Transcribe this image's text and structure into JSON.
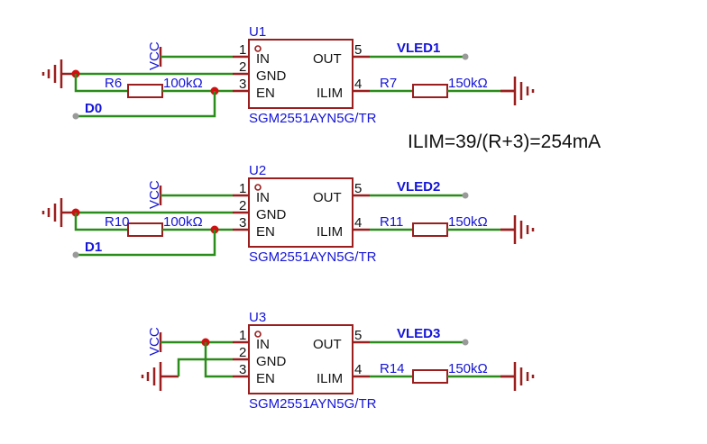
{
  "formula": "ILIM=39/(R+3)=254mA",
  "colors": {
    "wire": "#2a8c1a",
    "symbol": "#9a1e1e",
    "label": "#1414d8",
    "junction": "#d01010",
    "text": "#111111"
  },
  "pin_numbers": {
    "in": "1",
    "gnd": "2",
    "en": "3",
    "ilim": "4",
    "out": "5"
  },
  "pin_names": {
    "in": "IN",
    "gnd": "GND",
    "en": "EN",
    "ilim": "ILIM",
    "out": "OUT"
  },
  "power_label": "VCC",
  "units": [
    {
      "designator": "U1",
      "part": "SGM2551AYN5G/TR",
      "out_net": "VLED1",
      "ilim_res": {
        "designator": "R7",
        "value": "150kΩ"
      },
      "en_res": {
        "designator": "R6",
        "value": "100kΩ"
      },
      "en_net": "D0",
      "variant": "controlled"
    },
    {
      "designator": "U2",
      "part": "SGM2551AYN5G/TR",
      "out_net": "VLED2",
      "ilim_res": {
        "designator": "R11",
        "value": "150kΩ"
      },
      "en_res": {
        "designator": "R10",
        "value": "100kΩ"
      },
      "en_net": "D1",
      "variant": "controlled"
    },
    {
      "designator": "U3",
      "part": "SGM2551AYN5G/TR",
      "out_net": "VLED3",
      "ilim_res": {
        "designator": "R14",
        "value": "150kΩ"
      },
      "en_res": null,
      "en_net": null,
      "variant": "always-on"
    }
  ]
}
